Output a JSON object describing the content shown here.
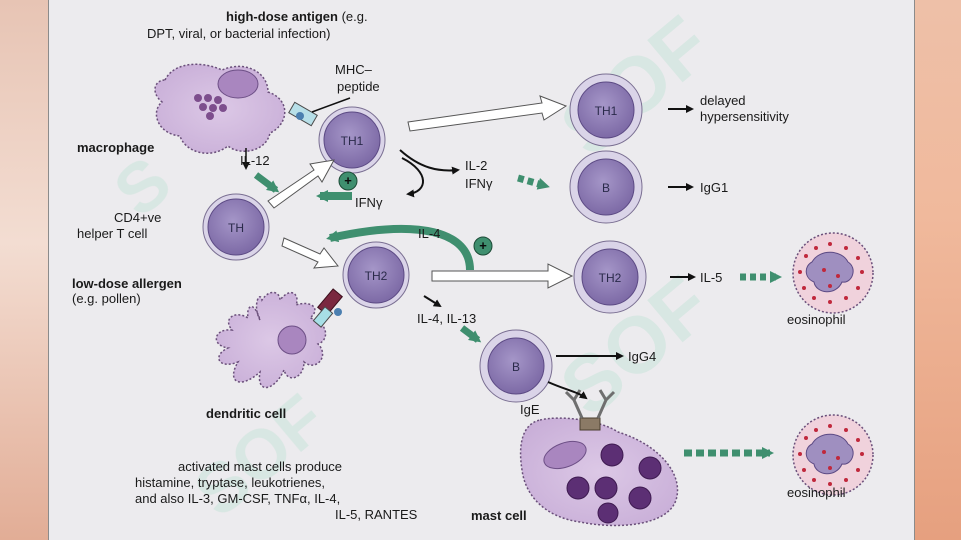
{
  "labels": {
    "high_dose_title": "high-dose antigen",
    "high_dose_eg": " (e.g.",
    "high_dose_line2": "DPT, viral, or bacterial infection)",
    "mhc_line1": "MHC–",
    "mhc_line2": "peptide",
    "macrophage": "macrophage",
    "il12": "IL-12",
    "ifn_g_left": "IFNγ",
    "cd4_line1": "CD4+ve",
    "cd4_line2": "helper T cell",
    "low_dose_title": "low-dose allergen",
    "low_dose_eg": "(e.g. pollen)",
    "dendritic": "dendritic cell",
    "il2": "IL-2",
    "ifn_g_right": "IFNγ",
    "il4": "IL-4",
    "il4_il13": "IL-4, IL-13",
    "delayed_line1": "delayed",
    "delayed_line2": "hypersensitivity",
    "igg1": "IgG1",
    "il5": "IL-5",
    "eosinophil_top": "eosinophil",
    "igg4": "IgG4",
    "ige": "IgE",
    "mast_cell": "mast cell",
    "eosinophil_bottom": "eosinophil",
    "mast_line1": "activated mast cells produce",
    "mast_line2": "histamine, tryptase, leukotrienes,",
    "mast_line3": "and also IL-3, GM-CSF, TNFα, IL-4,",
    "mast_line4": "IL-5, RANTES",
    "plus": "+"
  },
  "cells": {
    "th1_main": "TH1",
    "th": "TH",
    "th2_main": "TH2",
    "th1_right": "TH1",
    "b_top": "B",
    "th2_right": "TH2",
    "b_bottom": "B"
  },
  "colors": {
    "cell_fill": "#8e7cb3",
    "cell_ring": "#d9d4e6",
    "arrow_green": "#3f8f6f",
    "panel_bg": "#ecebee"
  }
}
